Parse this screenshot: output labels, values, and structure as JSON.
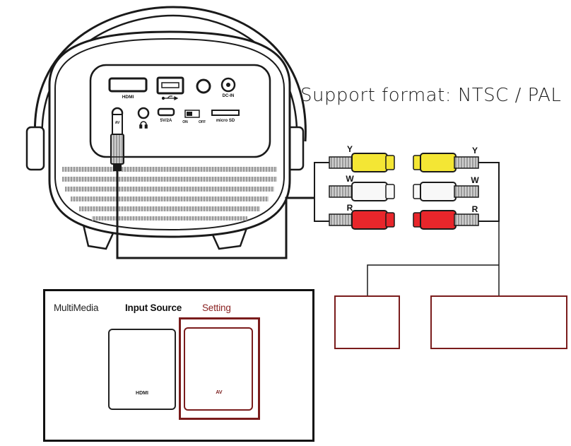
{
  "support_format": "Support format:  NTSC / PAL",
  "ports": {
    "hdmi": "HDMI",
    "dc_in": "DC-IN",
    "power_rating": "5V/2A",
    "on": "ON",
    "off": "OFF",
    "micro_sd": "micro SD",
    "av": "AV"
  },
  "cables": {
    "left": [
      "Y",
      "W",
      "R"
    ],
    "right": [
      "Y",
      "W",
      "R"
    ]
  },
  "colors": {
    "yellow": "#f4e634",
    "white": "#f8f8f8",
    "red": "#e8262b",
    "frame_red": "#7a1c1c"
  },
  "menu": {
    "tabs": [
      "MultiMedia",
      "Input Source",
      "Setting"
    ],
    "tiles": [
      {
        "label": "HDMI",
        "icon": "hdmi-icon"
      },
      {
        "label": "AV",
        "icon": "av-icon",
        "selected": true
      }
    ]
  },
  "devices": [
    {
      "icon": "router-icon"
    },
    {
      "icon": "dvd-player-icon"
    }
  ]
}
